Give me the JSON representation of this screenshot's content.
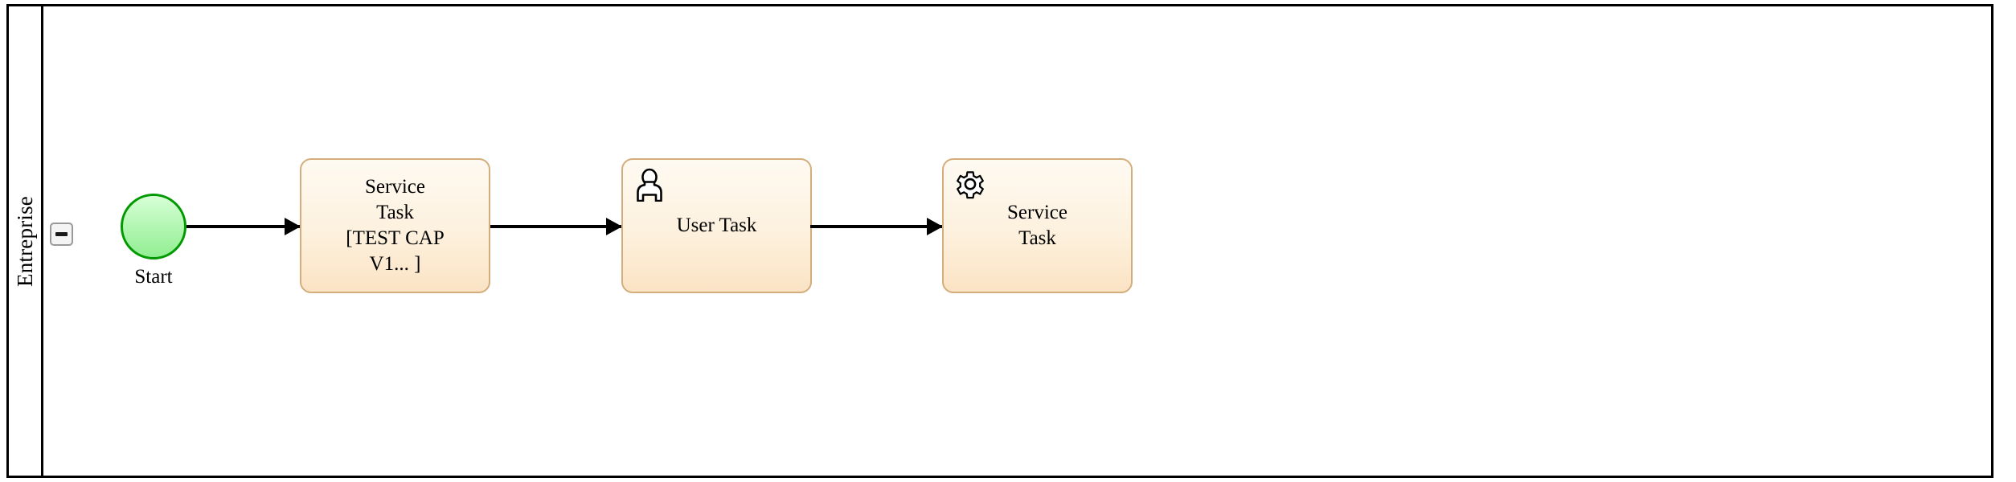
{
  "diagram": {
    "type": "bpmn-process",
    "pool": {
      "lane_label": "Entreprise",
      "collapse_button": {
        "name": "collapse-lane-button",
        "glyph": "minus",
        "state": "expanded"
      }
    },
    "colors": {
      "pool_border": "#000000",
      "task_fill_top": "#fefaf2",
      "task_fill_bottom": "#fbe3c4",
      "task_border": "#d4ad7c",
      "start_fill_top": "#d8ffd8",
      "start_fill_bottom": "#92ee92",
      "start_border": "#009900",
      "flow_stroke": "#000000",
      "collapse_border": "#999999",
      "collapse_fill": "#f4f4f4"
    },
    "nodes": [
      {
        "id": "start",
        "kind": "start-event",
        "label": "Start",
        "icon": "none"
      },
      {
        "id": "task-1",
        "kind": "service-task",
        "label": "Service\nTask\n[TEST CAP\nV1... ]",
        "icon": "none"
      },
      {
        "id": "task-2",
        "kind": "user-task",
        "label": "User Task",
        "icon": "user-icon"
      },
      {
        "id": "task-3",
        "kind": "service-task",
        "label": "Service\nTask",
        "icon": "gear-icon"
      }
    ],
    "flows": [
      {
        "id": "flow-1",
        "from": "start",
        "to": "task-1",
        "label": ""
      },
      {
        "id": "flow-2",
        "from": "task-1",
        "to": "task-2",
        "label": ""
      },
      {
        "id": "flow-3",
        "from": "task-2",
        "to": "task-3",
        "label": ""
      }
    ]
  }
}
